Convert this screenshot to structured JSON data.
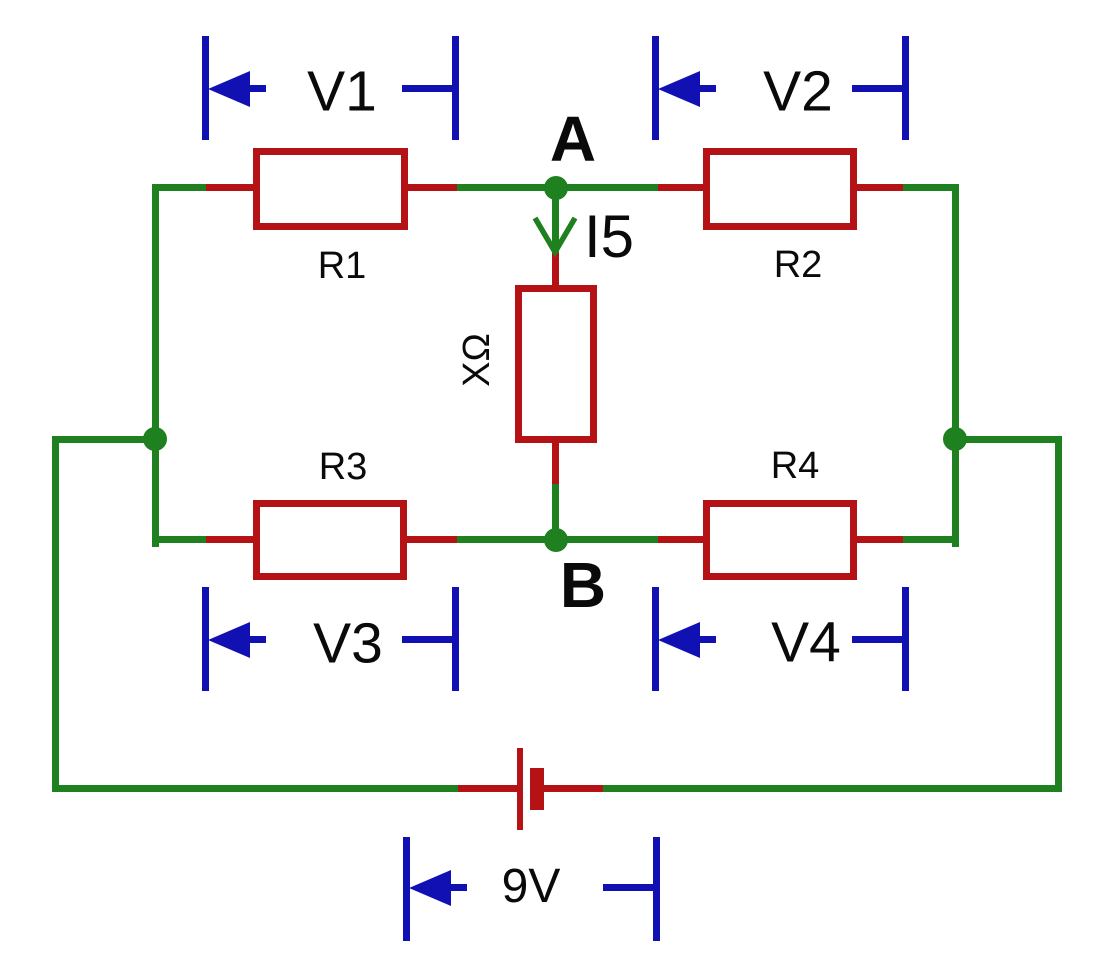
{
  "colors": {
    "wire": "#1e801e",
    "component": "#b51216",
    "probe": "#1111b3",
    "label": "#0a0a0a",
    "background": "#ffffff"
  },
  "nodes": {
    "a": "A",
    "b": "B"
  },
  "current_arrow": {
    "label": "I5"
  },
  "source": {
    "label": "9V"
  },
  "resistors": [
    {
      "id": "R1",
      "label": "R1"
    },
    {
      "id": "R2",
      "label": "R2"
    },
    {
      "id": "R3",
      "label": "R3"
    },
    {
      "id": "R4",
      "label": "R4"
    },
    {
      "id": "RX",
      "label": "XΩ"
    }
  ],
  "voltage_probes": [
    {
      "id": "V1",
      "label": "V1"
    },
    {
      "id": "V2",
      "label": "V2"
    },
    {
      "id": "V3",
      "label": "V3"
    },
    {
      "id": "V4",
      "label": "V4"
    }
  ]
}
